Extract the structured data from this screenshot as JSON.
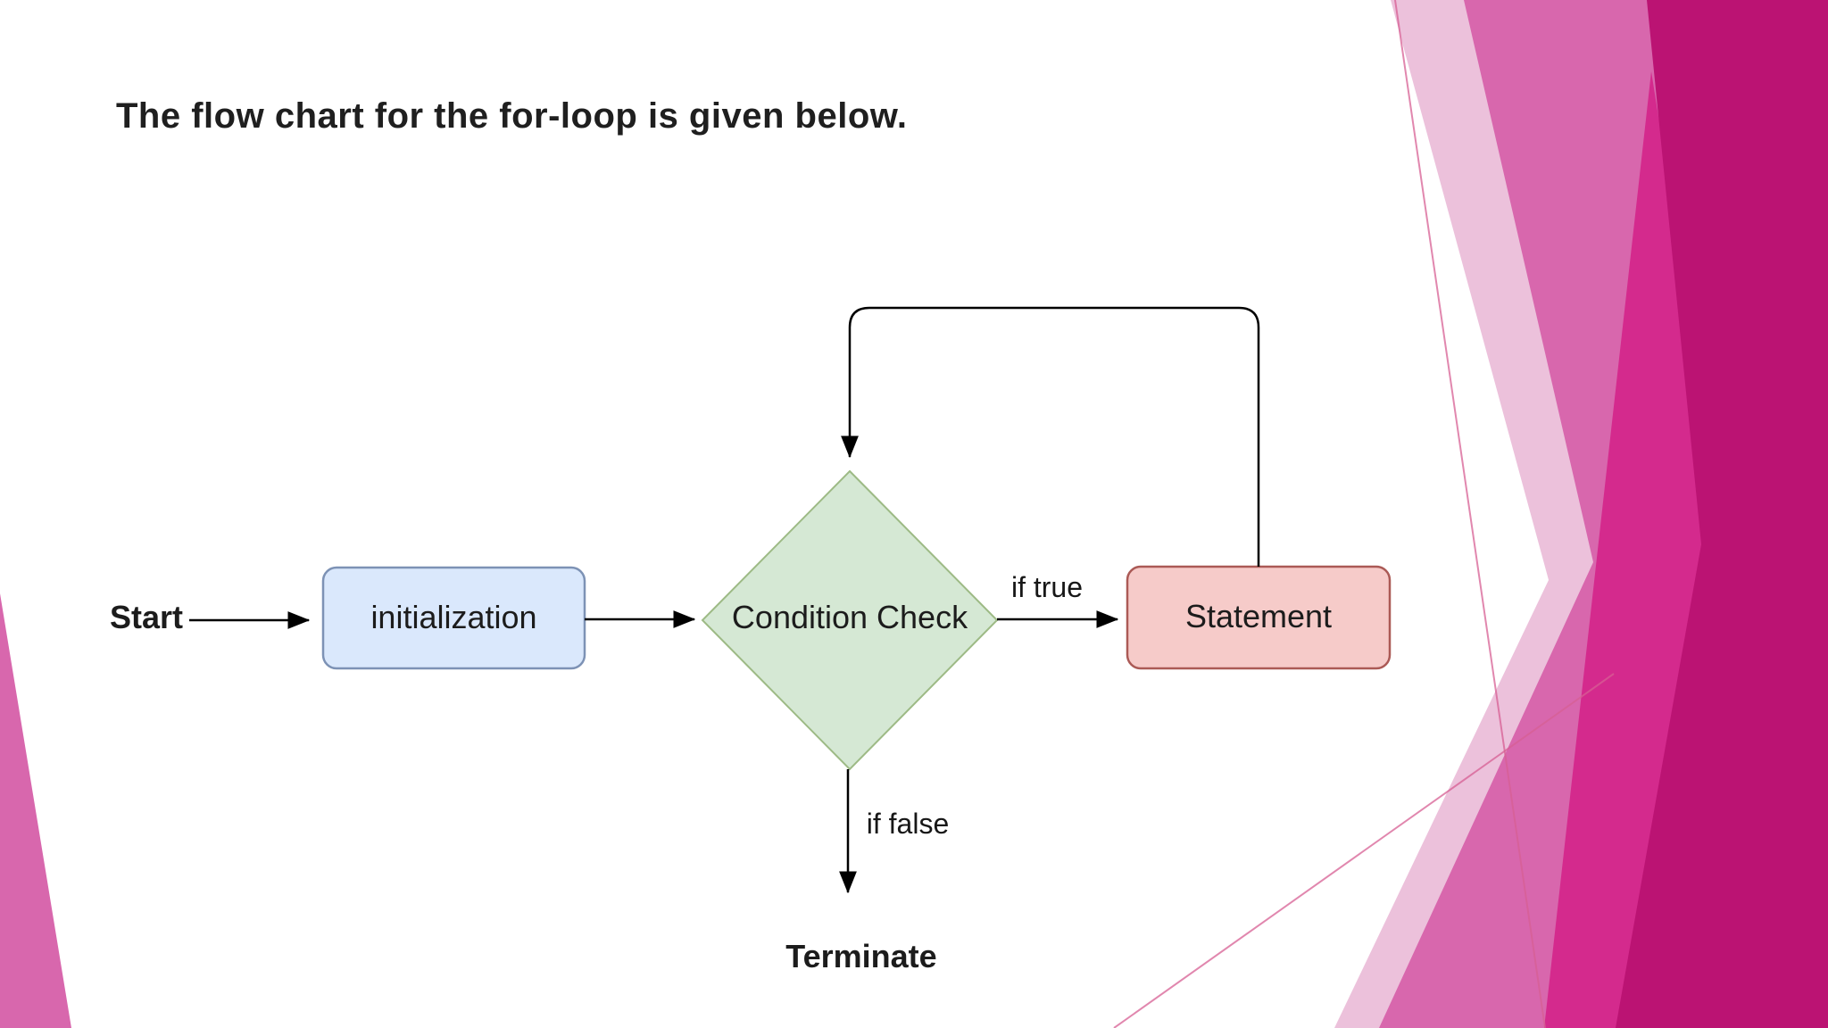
{
  "slide": {
    "title": "The flow chart for the for-loop is given below.",
    "title_color": "#1f1f1f",
    "background": "#ffffff"
  },
  "flowchart": {
    "nodes": {
      "start": {
        "label": "Start"
      },
      "initialization": {
        "label": "initialization",
        "fill": "#dae8fc",
        "stroke": "#7d92b5"
      },
      "condition": {
        "label": "Condition Check",
        "fill": "#d5e8d4",
        "stroke": "#9dba85"
      },
      "statement": {
        "label": "Statement",
        "fill": "#f6cbc9",
        "stroke": "#ab5a56"
      },
      "terminate": {
        "label": "Terminate"
      }
    },
    "branches": {
      "true_label": "if true",
      "false_label": "if false"
    },
    "line_color": "#000000"
  },
  "decor": {
    "pale_pink": "#ecc1db",
    "medium_pink": "#d867ad",
    "bright_magenta": "#d42a8d",
    "dark_magenta": "#bb1373",
    "line_pink": "#d75f94"
  }
}
